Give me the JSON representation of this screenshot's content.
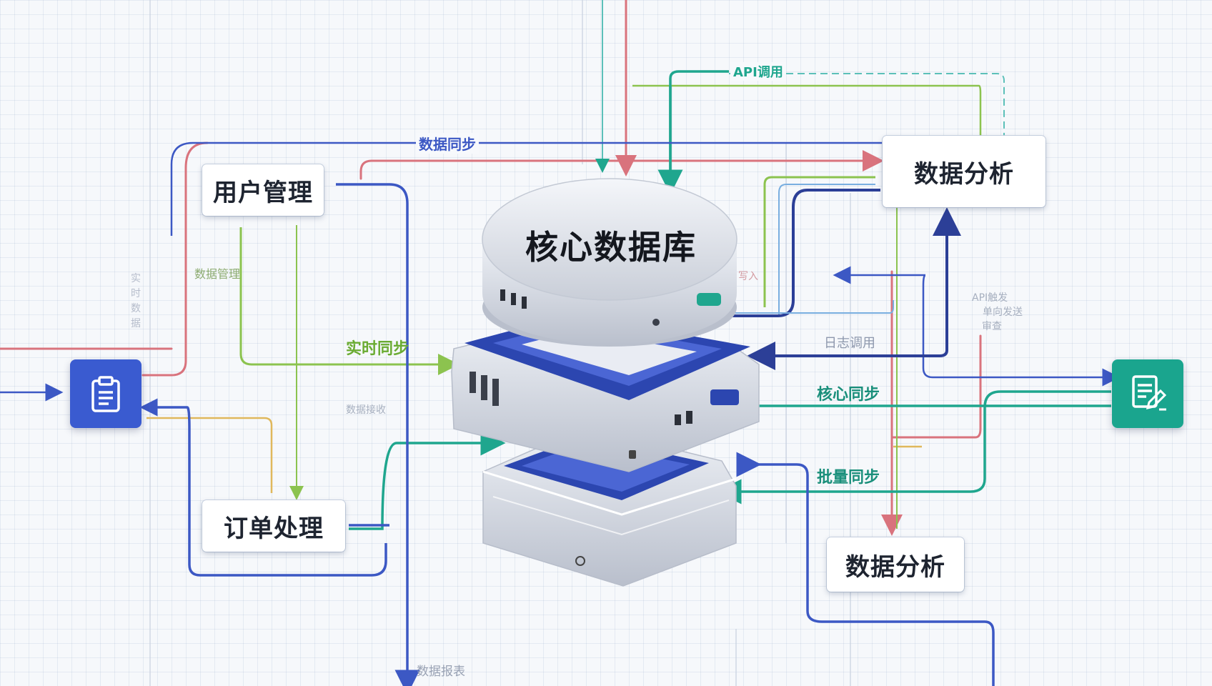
{
  "core_db": {
    "title": "核心数据库"
  },
  "nodes": {
    "user_mgmt": "用户管理",
    "order_proc": "订单处理",
    "analytics_top": "数据分析",
    "analytics_bottom": "数据分析"
  },
  "flows": {
    "data_sync_top": "数据同步",
    "api": "API调用",
    "realtime_sync": "实时同步",
    "core_sync": "核心同步",
    "batch_sync": "批量同步",
    "log_call": "日志调用",
    "data_mgmt": "数据管理",
    "data_report": "数据报表"
  },
  "faint_labels": {
    "api_trigger": "API触发",
    "sync_send": "单向发送",
    "review": "审查",
    "write": "写入",
    "data_in": "数据接收",
    "realtime_left": "实时数据"
  },
  "icons": {
    "left": "clipboard-icon",
    "right": "document-edit-icon"
  },
  "colors": {
    "blue": "#3c58c4",
    "teal": "#1fa68e",
    "green": "#8cc34f",
    "red": "#d9737d",
    "yellow": "#e0b85c",
    "navy": "#2c3f97",
    "left_tile": "#3a5bd0",
    "right_tile": "#1aa58e"
  }
}
